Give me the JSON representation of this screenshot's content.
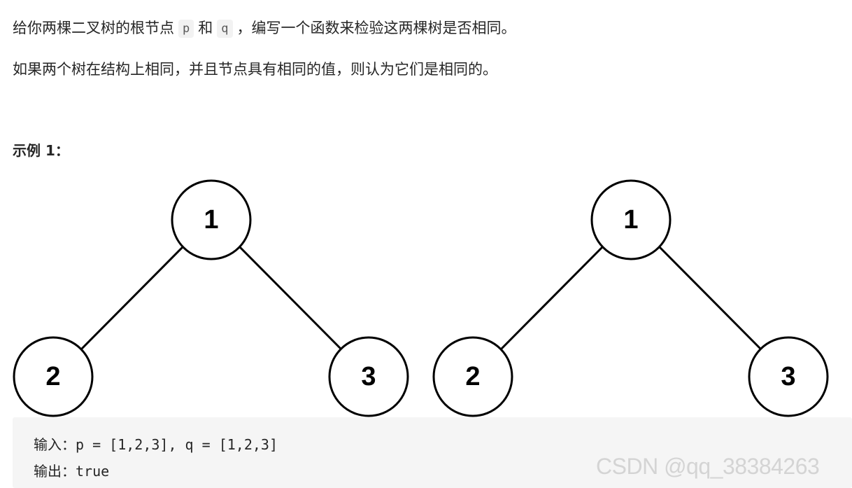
{
  "description": {
    "line1_before_p": "给你两棵二叉树的根节点",
    "code_p": "p",
    "line1_between": "和",
    "code_q": "q",
    "line1_after_q": "，编写一个函数来检验这两棵树是否相同。",
    "line2": "如果两个树在结构上相同，并且节点具有相同的值，则认为它们是相同的。"
  },
  "example": {
    "heading": "示例 1：",
    "trees": [
      {
        "nodes": [
          "1",
          "2",
          "3"
        ]
      },
      {
        "nodes": [
          "1",
          "2",
          "3"
        ]
      }
    ],
    "input_line": "输入：p = [1,2,3], q = [1,2,3]",
    "output_line": "输出：true"
  },
  "watermark": "CSDN @qq_38384263"
}
